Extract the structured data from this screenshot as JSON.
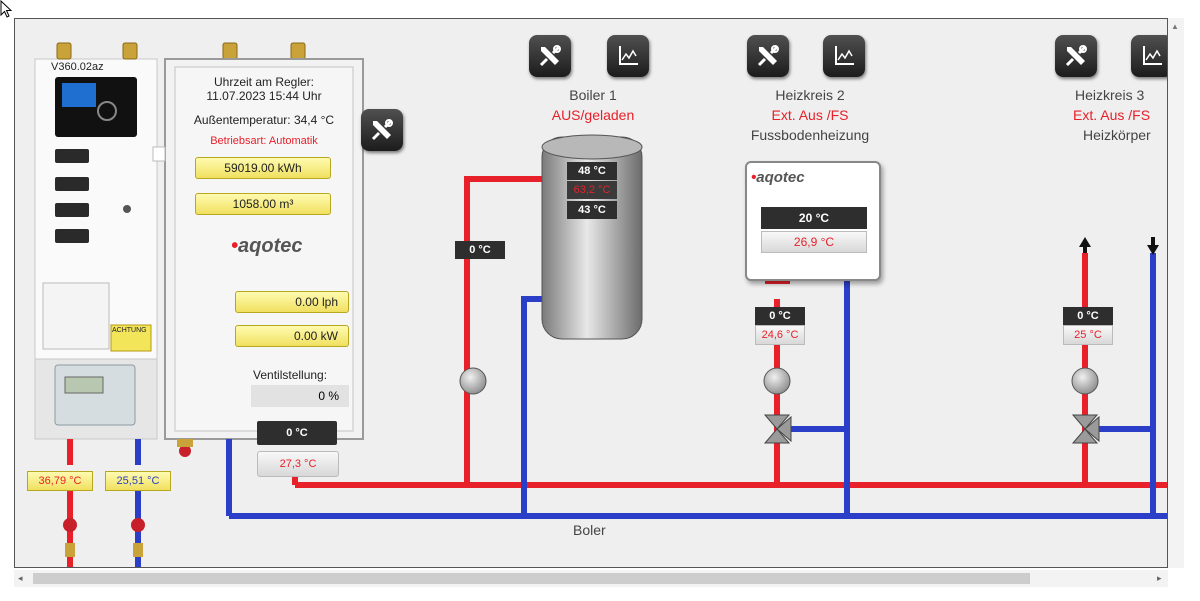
{
  "controller": {
    "model": "V360.02az",
    "time_label": "Uhrzeit am Regler:",
    "datetime": "11.07.2023 15:44 Uhr",
    "outdoor_temp": "Außentemperatur: 34,4 °C",
    "mode": "Betriebsart: Automatik",
    "energy": "59019.00 kWh",
    "volume": "1058.00 m³",
    "flow": "0.00 lph",
    "power": "0.00 kW",
    "valve_label": "Ventilstellung:",
    "valve_value": "0 %",
    "brand": "aqotec",
    "supply_temp": "36,79 °C",
    "return_temp": "25,51 °C",
    "primary_set": "0 °C",
    "primary_actual": "27,3 °C",
    "warning": "ACHTUNG"
  },
  "boiler": {
    "title": "Boiler 1",
    "status": "AUS/geladen",
    "top_set": "48 °C",
    "top_actual": "63,2 °C",
    "bottom": "43 °C",
    "pipe_temp": "0 °C",
    "pipe_label": "Boler"
  },
  "circuit2": {
    "title": "Heizkreis 2",
    "status": "Ext. Aus /FS",
    "subtitle": "Fussbodenheizung",
    "room_set": "20 °C",
    "room_actual": "26,9 °C",
    "flow_set": "0 °C",
    "flow_actual": "24,6 °C",
    "brand": "aqotec"
  },
  "circuit3": {
    "title": "Heizkreis 3",
    "status": "Ext. Aus /FS",
    "subtitle": "Heizkörper",
    "flow_set": "0 °C",
    "flow_actual": "25 °C"
  },
  "colors": {
    "supply": "#e8202a",
    "return": "#2a3ec8",
    "accent_text": "#e8202a"
  },
  "icons": [
    "cursor-icon",
    "tools-icon",
    "chart-icon",
    "arrow-up-icon",
    "arrow-down-icon",
    "pump-icon",
    "valve-icon"
  ]
}
